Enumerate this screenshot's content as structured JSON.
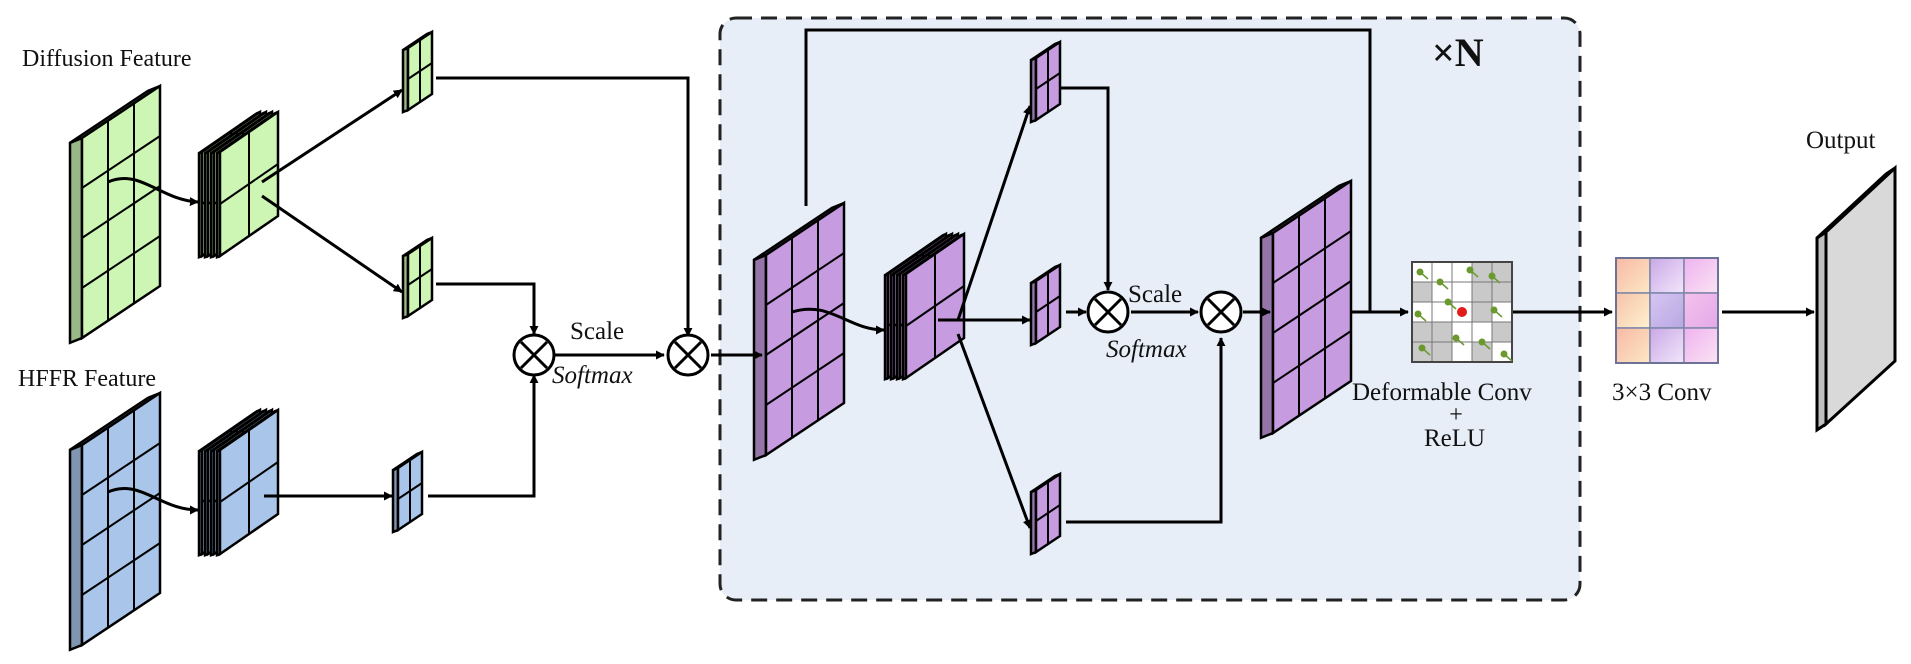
{
  "labels": {
    "diffusion_feature": "Diffusion Feature",
    "hffr_feature": "HFFR Feature",
    "scale_1": "Scale",
    "softmax_1": "Softmax",
    "scale_2": "Scale",
    "softmax_2": "Softmax",
    "repeat": "×N",
    "deformable_conv": "Deformable Conv",
    "plus": "+",
    "relu": "ReLU",
    "conv3x3": "3×3 Conv",
    "output": "Output"
  },
  "colors": {
    "green": "#cdf5b4",
    "blue": "#a9c6ea",
    "purple": "#c79be0",
    "panel": "#e7eef8",
    "output": "#d9d9d9",
    "kernel_point": "#6a9a2e",
    "kernel_center": "#e31b1b"
  }
}
